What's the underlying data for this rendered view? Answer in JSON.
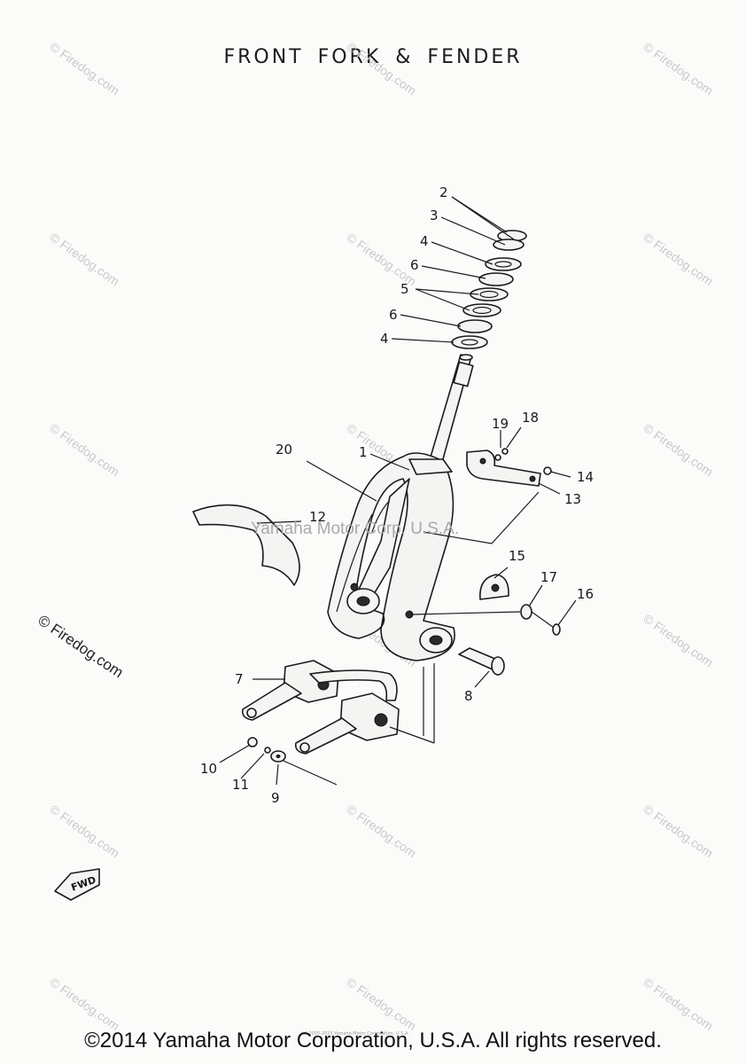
{
  "diagram": {
    "title": "FRONT FORK & FENDER",
    "center_watermark": "Yamaha Motor Corp. U.S.A.",
    "watermark": "© Firedog.com",
    "corner_watermark": "© Firedog.com",
    "fwd_label": "FWD",
    "footer": "©2014 Yamaha Motor Corporation, U.S.A. All rights reserved.",
    "tiny_credit": "(c) 2000-2015 Yamaha Motor Corporation, U.S.A.",
    "callouts": [
      {
        "id": "c2",
        "label": "2"
      },
      {
        "id": "c3",
        "label": "3"
      },
      {
        "id": "c4a",
        "label": "4"
      },
      {
        "id": "c6a",
        "label": "6"
      },
      {
        "id": "c5",
        "label": "5"
      },
      {
        "id": "c6b",
        "label": "6"
      },
      {
        "id": "c4b",
        "label": "4"
      },
      {
        "id": "c19",
        "label": "19"
      },
      {
        "id": "c18",
        "label": "18"
      },
      {
        "id": "c20",
        "label": "20"
      },
      {
        "id": "c1",
        "label": "1"
      },
      {
        "id": "c14",
        "label": "14"
      },
      {
        "id": "c13",
        "label": "13"
      },
      {
        "id": "c12",
        "label": "12"
      },
      {
        "id": "c15",
        "label": "15"
      },
      {
        "id": "c17",
        "label": "17"
      },
      {
        "id": "c16",
        "label": "16"
      },
      {
        "id": "c7",
        "label": "7"
      },
      {
        "id": "c8",
        "label": "8"
      },
      {
        "id": "c10",
        "label": "10"
      },
      {
        "id": "c11",
        "label": "11"
      },
      {
        "id": "c9",
        "label": "9"
      }
    ]
  }
}
